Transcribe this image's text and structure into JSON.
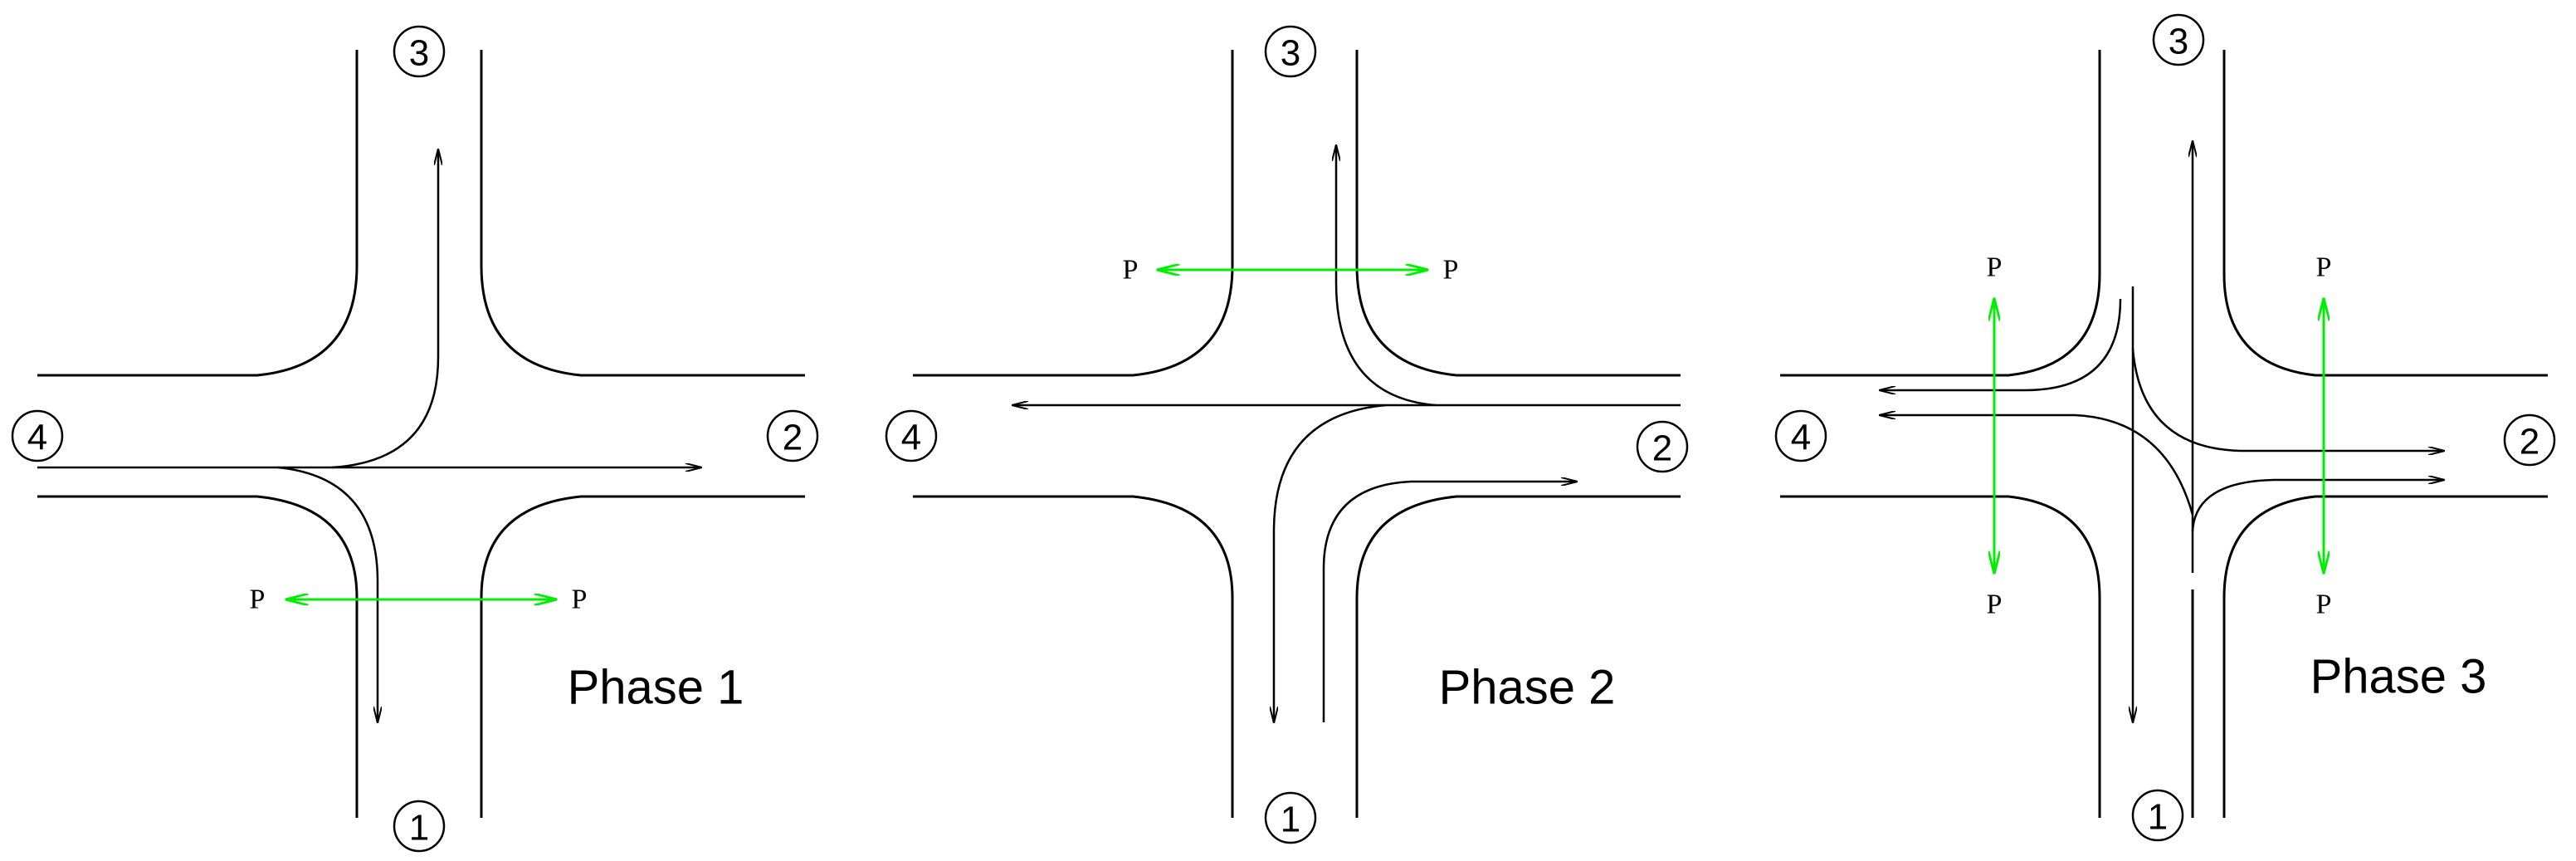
{
  "colors": {
    "road": "#000000",
    "flow": "#000000",
    "pedestrian": "#00ee00",
    "background": "#ffffff"
  },
  "phases": [
    {
      "label": "Phase 1",
      "nodes": {
        "north": "3",
        "east": "2",
        "south": "1",
        "west": "4"
      },
      "pedestrian_label": "P"
    },
    {
      "label": "Phase 2",
      "nodes": {
        "north": "3",
        "east": "2",
        "south": "1",
        "west": "4"
      },
      "pedestrian_label": "P"
    },
    {
      "label": "Phase 3",
      "nodes": {
        "north": "3",
        "east": "2",
        "south": "1",
        "west": "4"
      },
      "pedestrian_label": "P"
    }
  ]
}
